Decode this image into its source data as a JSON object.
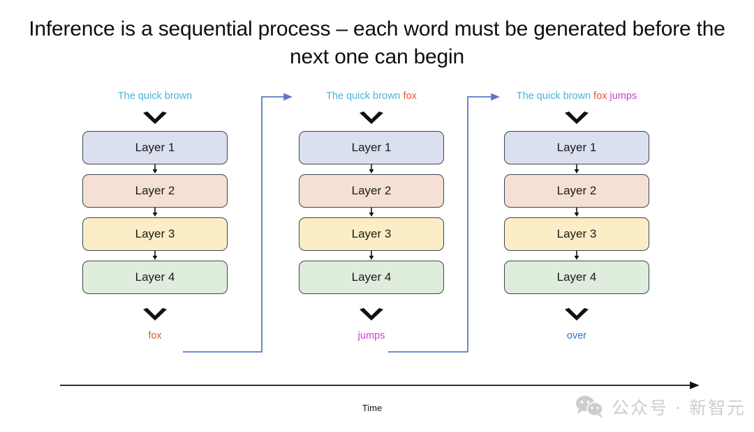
{
  "title": "Inference is a sequential process – each word must be generated before the next one can begin",
  "colors": {
    "context": "#4ab3d8",
    "fox": "#e8552f",
    "jumps": "#cc3fcc",
    "over": "#2f70d0",
    "connector": "#5b79c4",
    "layer_1": "#dbe0f0",
    "layer_2": "#f5e0d5",
    "layer_3": "#fbeec6",
    "layer_4": "#dfeddc",
    "box_border": "#3d4450",
    "axis": "#111111",
    "watermark": "#c9c9c9"
  },
  "layers": [
    {
      "label": "Layer 1"
    },
    {
      "label": "Layer 2"
    },
    {
      "label": "Layer 3"
    },
    {
      "label": "Layer 4"
    }
  ],
  "columns": [
    {
      "id": "step-1",
      "prompt_tokens": [
        {
          "text": "The quick brown",
          "color_key": "context"
        }
      ],
      "prompt_plain": "The quick brown",
      "output": "fox",
      "output_color_key": "fox"
    },
    {
      "id": "step-2",
      "prompt_tokens": [
        {
          "text": "The quick brown",
          "color_key": "context"
        },
        {
          "text": "fox",
          "color_key": "fox"
        }
      ],
      "prompt_plain": "The quick brown fox",
      "output": "jumps",
      "output_color_key": "jumps"
    },
    {
      "id": "step-3",
      "prompt_tokens": [
        {
          "text": "The quick brown",
          "color_key": "context"
        },
        {
          "text": "fox",
          "color_key": "fox"
        },
        {
          "text": "jumps",
          "color_key": "jumps"
        }
      ],
      "prompt_plain": "The quick brown fox jumps",
      "output": "over",
      "output_color_key": "over"
    }
  ],
  "axis": {
    "label": "Time"
  },
  "watermark": {
    "text": "公众号 · 新智元",
    "icon": "wechat-icon"
  }
}
